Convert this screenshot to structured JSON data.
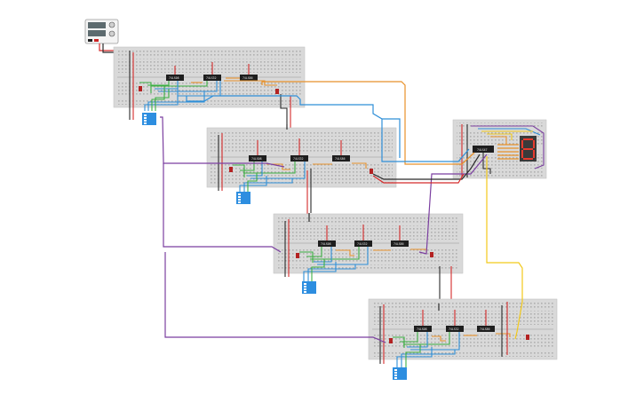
{
  "power_supply": {
    "icon": "bench-power-supply-icon"
  },
  "breadboards": [
    {
      "id": "board-1",
      "chips": [
        {
          "label": "74LS08"
        },
        {
          "label": "74LS32"
        },
        {
          "label": "74LS86"
        }
      ],
      "dip_switch": true,
      "led_count": 2
    },
    {
      "id": "board-2",
      "chips": [
        {
          "label": "74LS08"
        },
        {
          "label": "74LS32"
        },
        {
          "label": "74LS86"
        }
      ],
      "dip_switch": true,
      "led_count": 2
    },
    {
      "id": "board-3",
      "chips": [
        {
          "label": "74LS08"
        },
        {
          "label": "74LS32"
        },
        {
          "label": "74LS86"
        }
      ],
      "dip_switch": true,
      "led_count": 2
    },
    {
      "id": "board-4",
      "chips": [
        {
          "label": "74LS08"
        },
        {
          "label": "74LS32"
        },
        {
          "label": "74LS86"
        }
      ],
      "dip_switch": true,
      "led_count": 2
    }
  ],
  "display_board": {
    "decoder_label": "74LS47",
    "seven_segment_digit": "8"
  },
  "colors": {
    "breadboard": "#d9d9d9",
    "breadboard_edge": "#c4c4c4",
    "chip": "#1e1e1e",
    "wire_red": "#d42a2a",
    "wire_green": "#3cb043",
    "wire_blue": "#2f8fd8",
    "wire_orange": "#e8912a",
    "wire_purple": "#7b3fa0",
    "wire_yellow": "#f2c91a",
    "wire_black": "#2b2b2b",
    "dip_switch": "#2d8ee0",
    "led": "#b32222"
  }
}
